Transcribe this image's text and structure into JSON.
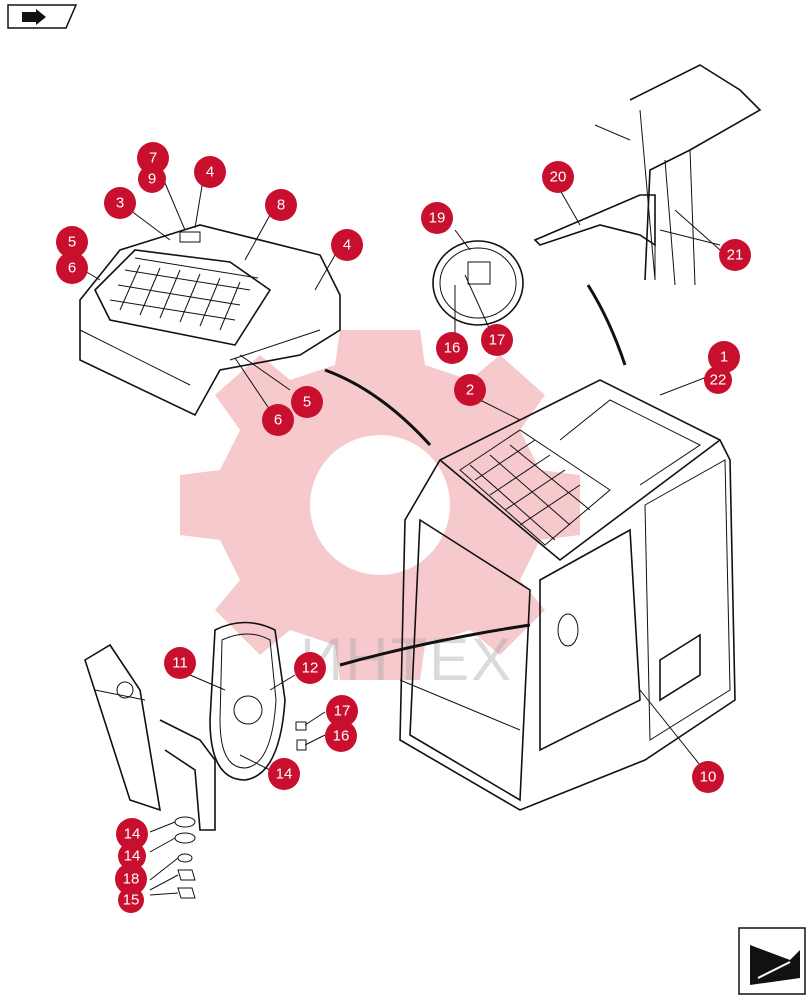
{
  "watermark": {
    "text": "ИНТЕХ",
    "color": "#e0404a"
  },
  "callout_color": "#c8102e",
  "nav_icons": {
    "top_left": "arrow-right-icon",
    "bottom_right": "arrow-left-icon"
  },
  "callouts": [
    {
      "label": "7"
    },
    {
      "label": "9"
    },
    {
      "label": "4"
    },
    {
      "label": "3"
    },
    {
      "label": "8"
    },
    {
      "label": "5"
    },
    {
      "label": "6"
    },
    {
      "label": "4"
    },
    {
      "label": "5"
    },
    {
      "label": "6"
    },
    {
      "label": "20"
    },
    {
      "label": "19"
    },
    {
      "label": "21"
    },
    {
      "label": "16"
    },
    {
      "label": "17"
    },
    {
      "label": "1"
    },
    {
      "label": "22"
    },
    {
      "label": "2"
    },
    {
      "label": "11"
    },
    {
      "label": "12"
    },
    {
      "label": "17"
    },
    {
      "label": "16"
    },
    {
      "label": "14"
    },
    {
      "label": "10"
    },
    {
      "label": "14"
    },
    {
      "label": "14"
    },
    {
      "label": "18"
    },
    {
      "label": "15"
    }
  ]
}
